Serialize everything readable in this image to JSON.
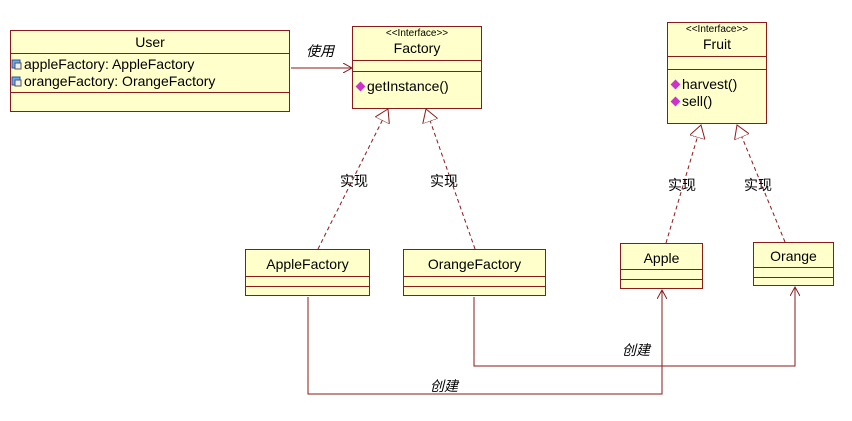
{
  "classes": {
    "user": {
      "name": "User",
      "attributes": [
        {
          "name": "appleFactory",
          "type": " : AppleFactory",
          "icon": "attribute-icon"
        },
        {
          "name": "orangeFactory",
          "type": " : OrangeFactory",
          "icon": "attribute-icon"
        }
      ]
    },
    "factory": {
      "stereotype": "<<Interface>>",
      "name": "Factory",
      "operations": [
        {
          "name": "getInstance()",
          "icon": "operation-icon"
        }
      ]
    },
    "fruit": {
      "stereotype": "<<Interface>>",
      "name": "Fruit",
      "operations": [
        {
          "name": "harvest()",
          "icon": "operation-icon"
        },
        {
          "name": "sell()",
          "icon": "operation-icon"
        }
      ]
    },
    "apple_factory": {
      "name": "AppleFactory"
    },
    "orange_factory": {
      "name": "OrangeFactory"
    },
    "apple": {
      "name": "Apple"
    },
    "orange": {
      "name": "Orange"
    }
  },
  "relations": {
    "uses_label": "使用",
    "realize_label": "实现",
    "create_label": "创建"
  },
  "colors": {
    "class_fill": "#ffffcc",
    "class_border": "#8b1a1a",
    "line": "#8b1a1a",
    "operation_icon": "#cc33cc"
  }
}
